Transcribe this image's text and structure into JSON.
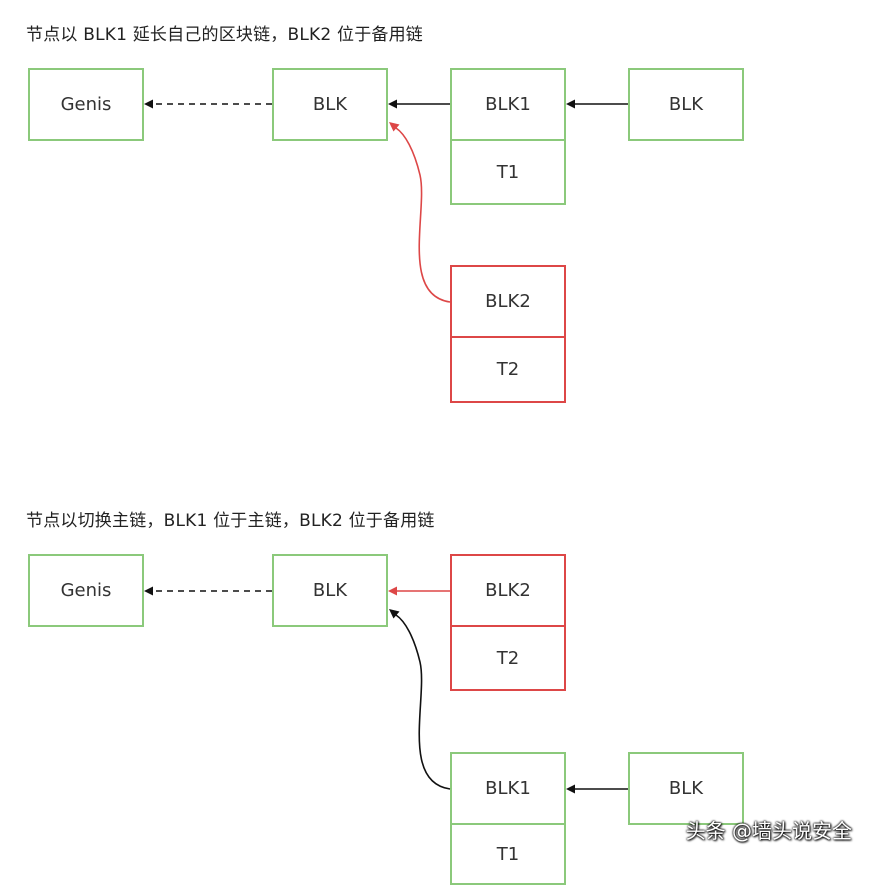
{
  "diagram1": {
    "caption": "节点以 BLK1 延长自己的区块链，BLK2 位于备用链",
    "genesis": "Genis",
    "blk": "BLK",
    "blk1": "BLK1",
    "t1": "T1",
    "blk_tip": "BLK",
    "blk2": "BLK2",
    "t2": "T2"
  },
  "diagram2": {
    "caption": "节点以切换主链，BLK1 位于主链，BLK2 位于备用链",
    "genesis": "Genis",
    "blk": "BLK",
    "blk2": "BLK2",
    "t2": "T2",
    "blk1": "BLK1",
    "t1": "T1",
    "blk_tip": "BLK"
  },
  "colors": {
    "main_border": "#8bc97b",
    "alt_border": "#dd4747",
    "arrow_black": "#111111",
    "arrow_red": "#dd4747"
  },
  "watermark": "头条 @墙头说安全"
}
